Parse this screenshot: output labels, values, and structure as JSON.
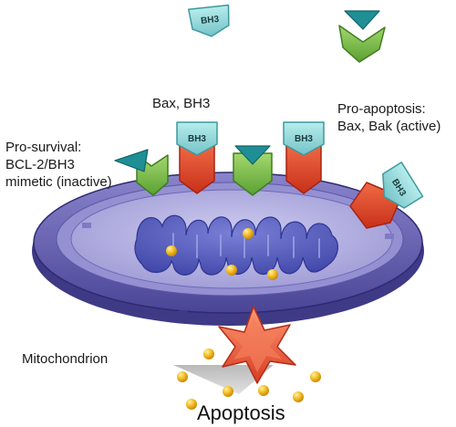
{
  "labels": {
    "bax_bh3": "Bax, BH3",
    "pro_survival": [
      "Pro-survival:",
      "BCL-2/BH3",
      "mimetic (inactive)"
    ],
    "pro_apoptosis": [
      "Pro-apoptosis:",
      "Bax, Bak (active)"
    ],
    "mitochondrion": "Mitochondrion",
    "apoptosis": "Apoptosis"
  },
  "bh3_text": "BH3",
  "colors": {
    "bh3_cyan": "#8fd6d8",
    "bh3_dark_teal": "#1f8f95",
    "bcl2_green": "#7ec04b",
    "bax_red": "#e8452a",
    "membrane_purple": "#6f69b8",
    "matrix_lilac": "#b4b1df",
    "cristae_blue": "#4e55b8",
    "cytochrome_gold": "#f2b21a",
    "pore_red": "#ea5a3d"
  }
}
